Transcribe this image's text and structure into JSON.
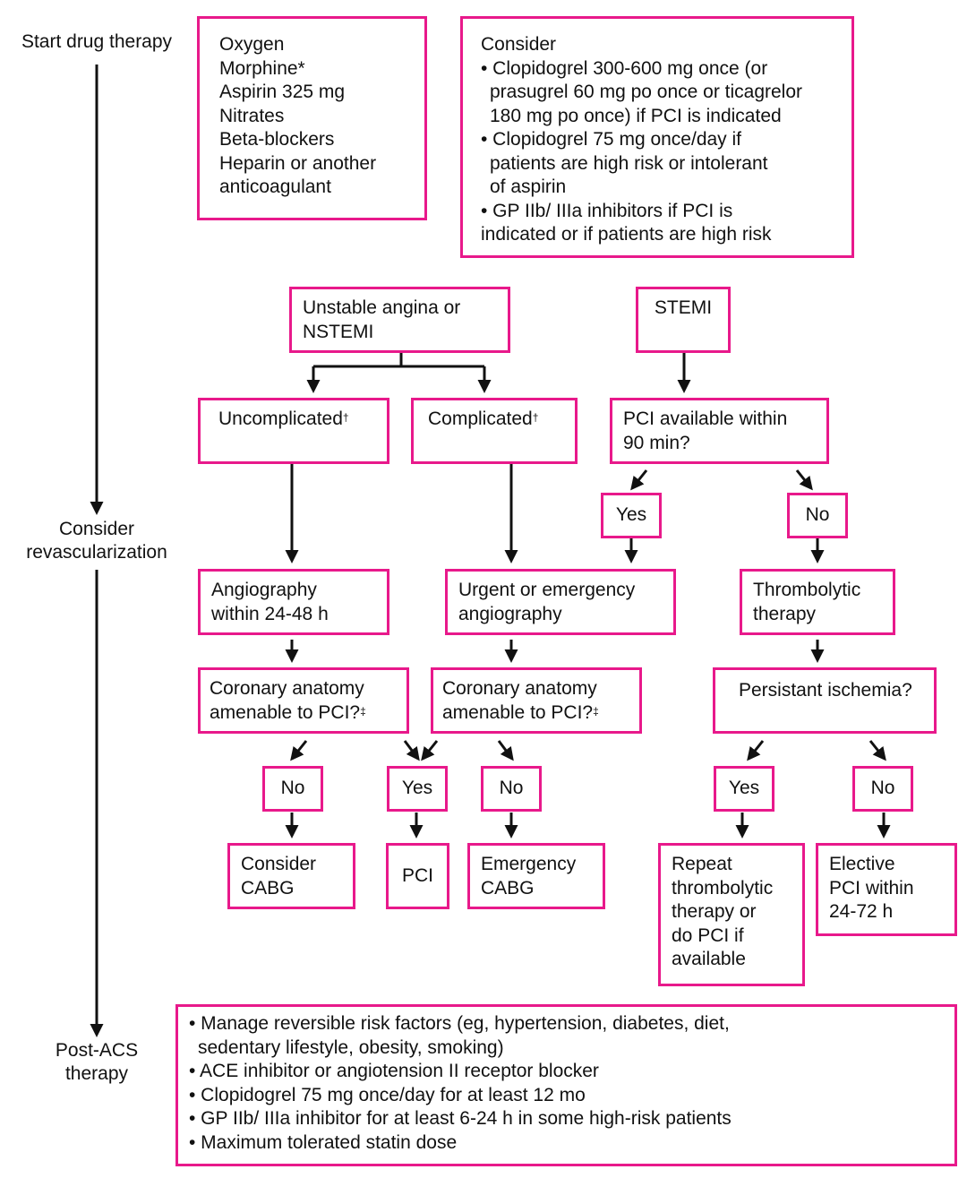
{
  "stages": {
    "start": "Start drug therapy",
    "revasc_1": "Consider",
    "revasc_2": "revascularization",
    "post_1": "Post-ACS",
    "post_2": "therapy"
  },
  "drugs": [
    "Oxygen",
    "Morphine*",
    "Aspirin 325 mg",
    "Nitrates",
    "Beta-blockers",
    "Heparin or another",
    "anticoagulant"
  ],
  "consider": {
    "title": "Consider",
    "lines": [
      "• Clopidogrel 300-600 mg once (or",
      "prasugrel 60 mg po once or ticagrelor",
      "180 mg po once) if PCI is indicated",
      "• Clopidogrel 75 mg once/day if",
      "patients are high risk or intolerant",
      "of aspirin",
      "• GP IIb/ IIIa inhibitors if PCI is",
      "indicated or if patients are high risk"
    ]
  },
  "ua": [
    "Unstable angina or",
    "NSTEMI"
  ],
  "stemi": "STEMI",
  "uncomplicated": "Uncomplicated",
  "complicated": "Complicated",
  "dagger": "†",
  "double_dagger": "‡",
  "pci_avail": [
    "PCI available within",
    "90 min?"
  ],
  "yes": "Yes",
  "no": "No",
  "angio": [
    "Angiography",
    "within 24-48 h"
  ],
  "urgent": [
    "Urgent or emergency",
    "angiography"
  ],
  "thrombo": [
    "Thrombolytic",
    "therapy"
  ],
  "anatomy": [
    "Coronary anatomy",
    "amenable to PCI?"
  ],
  "persistent": "Persistant ischemia?",
  "consider_cabg": [
    "Consider",
    "CABG"
  ],
  "pci": "PCI",
  "emergency_cabg": [
    "Emergency",
    "CABG"
  ],
  "repeat": [
    "Repeat",
    "thrombolytic",
    "therapy or",
    "do PCI if",
    "available"
  ],
  "elective": [
    "Elective",
    "PCI within",
    "24-72 h"
  ],
  "post_acs": [
    "• Manage reversible risk factors (eg, hypertension, diabetes, diet,",
    "sedentary lifestyle, obesity, smoking)",
    "• ACE inhibitor or angiotension II receptor blocker",
    "• Clopidogrel 75 mg once/day for at least 12 mo",
    "• GP IIb/ IIIa inhibitor for at least 6-24 h in some high-risk patients",
    "• Maximum tolerated statin dose"
  ],
  "colors": {
    "box_border": "#e8198b",
    "line": "#111111"
  }
}
